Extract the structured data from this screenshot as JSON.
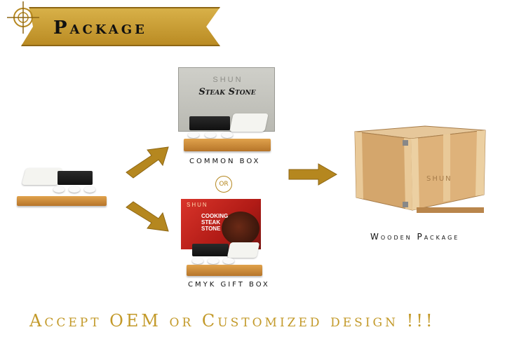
{
  "banner": {
    "title": "Package"
  },
  "common_box": {
    "lid_brand": "SHUN",
    "lid_title": "Steak Stone",
    "label": "COMMON BOX"
  },
  "separator": {
    "or_label": "OR"
  },
  "gift_box": {
    "brand": "SHUN",
    "title": "COOKING STEAK STONE",
    "label": "CMYK GIFT BOX"
  },
  "wooden_package": {
    "crate_stamp": "SHUN",
    "label": "Wooden Package"
  },
  "footer": {
    "text": "Accept  OEM or Customized design !!!"
  },
  "colors": {
    "banner_gold": "#c9a03a",
    "arrow_gold": "#b5871f",
    "footer_gold": "#c39a2a",
    "wood_board": "#c98b3a",
    "gift_box_red": "#c72a22"
  },
  "icons": [
    "compass-icon",
    "arrow-right-icon"
  ]
}
